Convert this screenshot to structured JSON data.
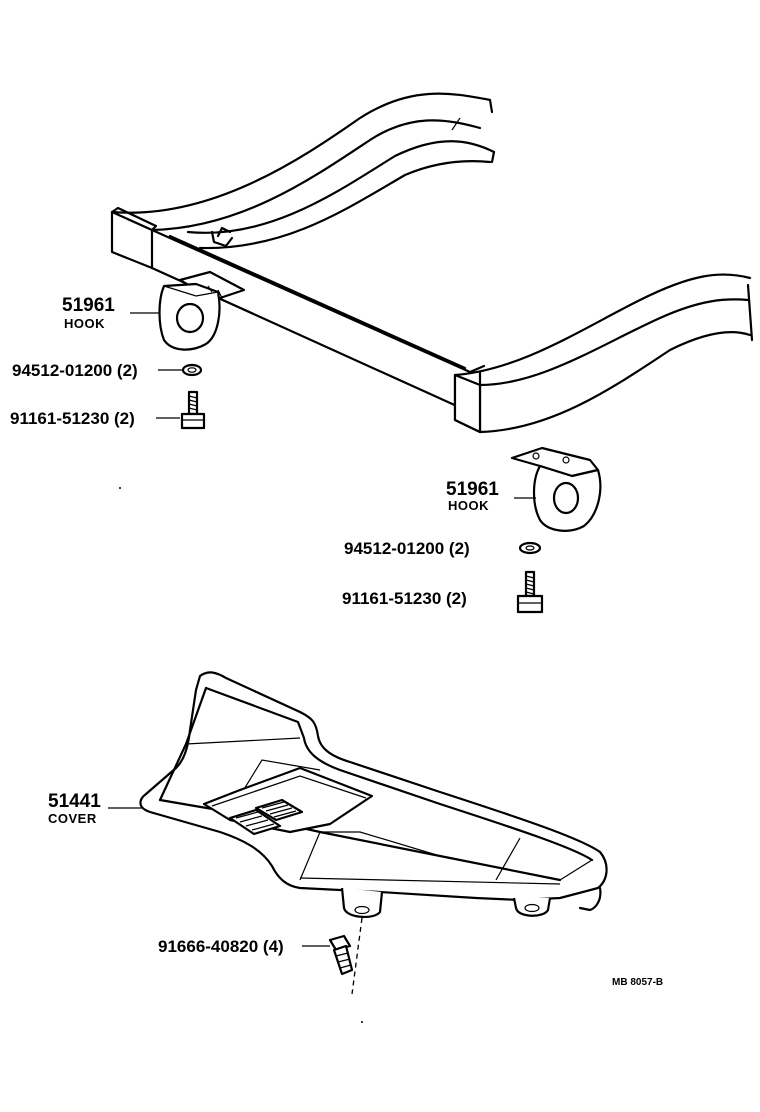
{
  "parts": {
    "hook_left": {
      "number": "51961",
      "name": "HOOK"
    },
    "washer_left": {
      "number": "94512-01200 (2)"
    },
    "bolt_left": {
      "number": "91161-51230 (2)"
    },
    "hook_right": {
      "number": "51961",
      "name": "HOOK"
    },
    "washer_right": {
      "number": "94512-01200 (2)"
    },
    "bolt_right": {
      "number": "91161-51230 (2)"
    },
    "cover": {
      "number": "51441",
      "name": "COVER"
    },
    "clip": {
      "number": "91666-40820 (4)"
    }
  },
  "reference_code": "MB  8057-B",
  "colors": {
    "ink": "#000000",
    "paper": "#ffffff"
  }
}
